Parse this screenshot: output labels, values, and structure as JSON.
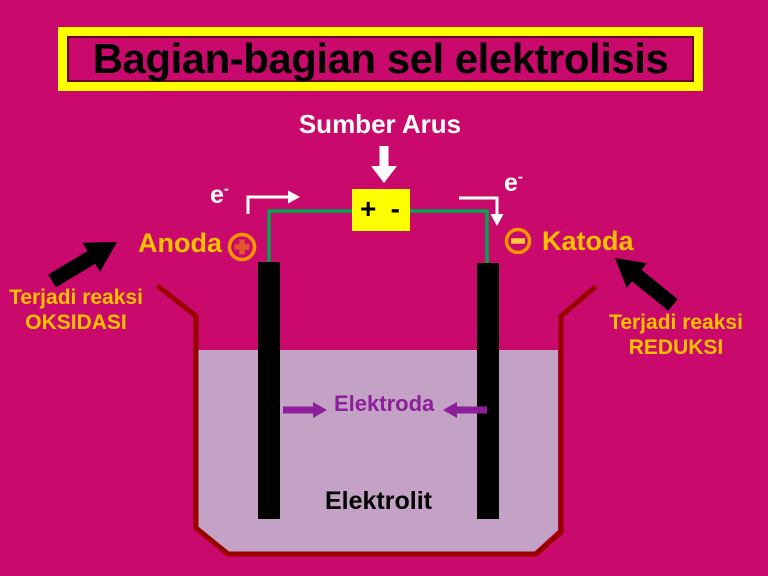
{
  "slide": {
    "title": "Bagian-bagian sel elektrolisis"
  },
  "power": {
    "label": "Sumber Arus",
    "battery_plus": "+",
    "battery_minus": "-"
  },
  "electrons": {
    "left_base": "e",
    "left_sup": "-",
    "right_base": "e",
    "right_sup": "-"
  },
  "cell": {
    "anode_label": "Anoda",
    "cathode_label": "Katoda",
    "electrode_label": "Elektroda",
    "electrolyte_label": "Elektrolit"
  },
  "notes": {
    "anode_line1": "Terjadi reaksi",
    "anode_line2": "OKSIDASI",
    "cathode_line1": "Terjadi reaksi",
    "cathode_line2": "REDUKSI"
  },
  "icons": {
    "current_down_arrow": "⬇",
    "electron_flow_left": "↱",
    "electron_flow_right": "↴",
    "anode_polarity": "⊕",
    "cathode_polarity": "⊖",
    "oxidation_arrow": "↗",
    "reduction_arrow": "↖",
    "electrode_pointer_left": "→",
    "electrode_pointer_right": "←"
  },
  "colors": {
    "background": "#C9096B",
    "frame_yellow": "#FFFF00",
    "gold_text": "#FFC000",
    "wire_green": "#00A651",
    "beaker_outline": "#980000",
    "electrolyte_fill": "#C4A2C5",
    "purple": "#8E1F9B",
    "orange_ring": "#FF9800",
    "white": "#FFFFFF",
    "black": "#000000"
  }
}
